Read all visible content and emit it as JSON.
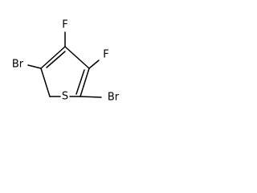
{
  "molecule": {
    "atoms": {
      "br_left": "Br",
      "br_right": "Br",
      "f_left": "F",
      "f_right": "F",
      "s": "S"
    }
  }
}
